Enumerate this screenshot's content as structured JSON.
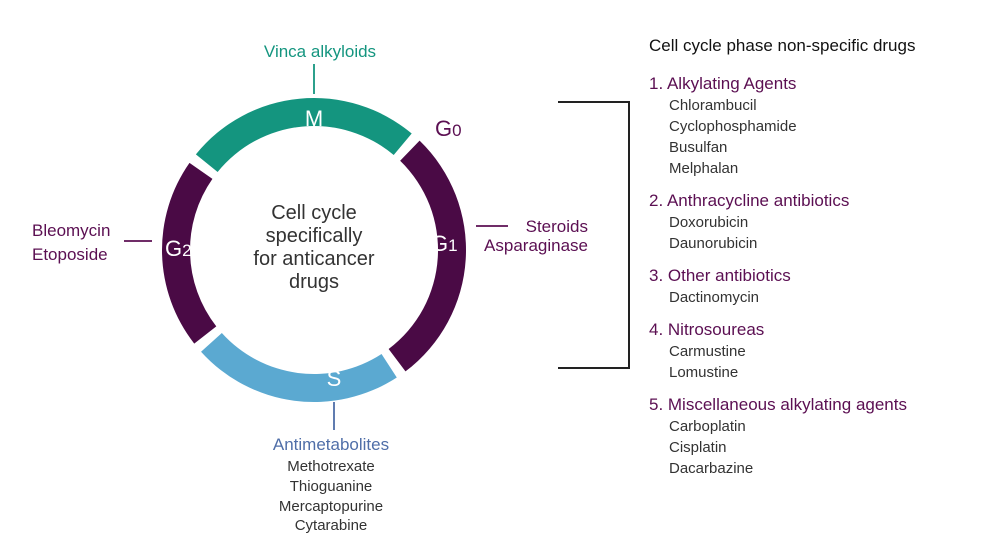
{
  "colors": {
    "purple": "#4a0a45",
    "teal": "#14957f",
    "blue": "#5ba9d1",
    "purple_text": "#5b0f52",
    "teal_text": "#14957f",
    "blue_text": "#4f6ea8",
    "bracket": "#222222"
  },
  "cycle": {
    "center_lines": [
      "Cell cycle",
      "specifically",
      "for anticancer",
      "drugs"
    ],
    "phases": {
      "m": "M",
      "g1": {
        "letter": "G",
        "sub": "1"
      },
      "g2": {
        "letter": "G",
        "sub": "2"
      },
      "s": "S",
      "g0": {
        "letter": "G",
        "sub": "0"
      }
    },
    "m_drug": "Vinca alkyloids",
    "g1_drugs": [
      "Steroids",
      "Asparaginase"
    ],
    "g2_drugs": [
      "Bleomycin",
      "Etoposide"
    ],
    "s_class": "Antimetabolites",
    "s_drugs": [
      "Methotrexate",
      "Thioguanine",
      "Mercaptopurine",
      "Cytarabine"
    ]
  },
  "nonspecific": {
    "title": "Cell cycle phase non-specific drugs",
    "groups": [
      {
        "title": "1. Alkylating Agents",
        "drugs": [
          "Chlorambucil",
          "Cyclophosphamide",
          "Busulfan",
          "Melphalan"
        ]
      },
      {
        "title": "2. Anthracycline antibiotics",
        "drugs": [
          "Doxorubicin",
          "Daunorubicin"
        ]
      },
      {
        "title": "3. Other antibiotics",
        "drugs": [
          "Dactinomycin"
        ]
      },
      {
        "title": "4. Nitrosoureas",
        "drugs": [
          "Carmustine",
          "Lomustine"
        ]
      },
      {
        "title": "5. Miscellaneous alkylating agents",
        "drugs": [
          "Carboplatin",
          "Cisplatin",
          "Dacarbazine"
        ]
      }
    ]
  }
}
